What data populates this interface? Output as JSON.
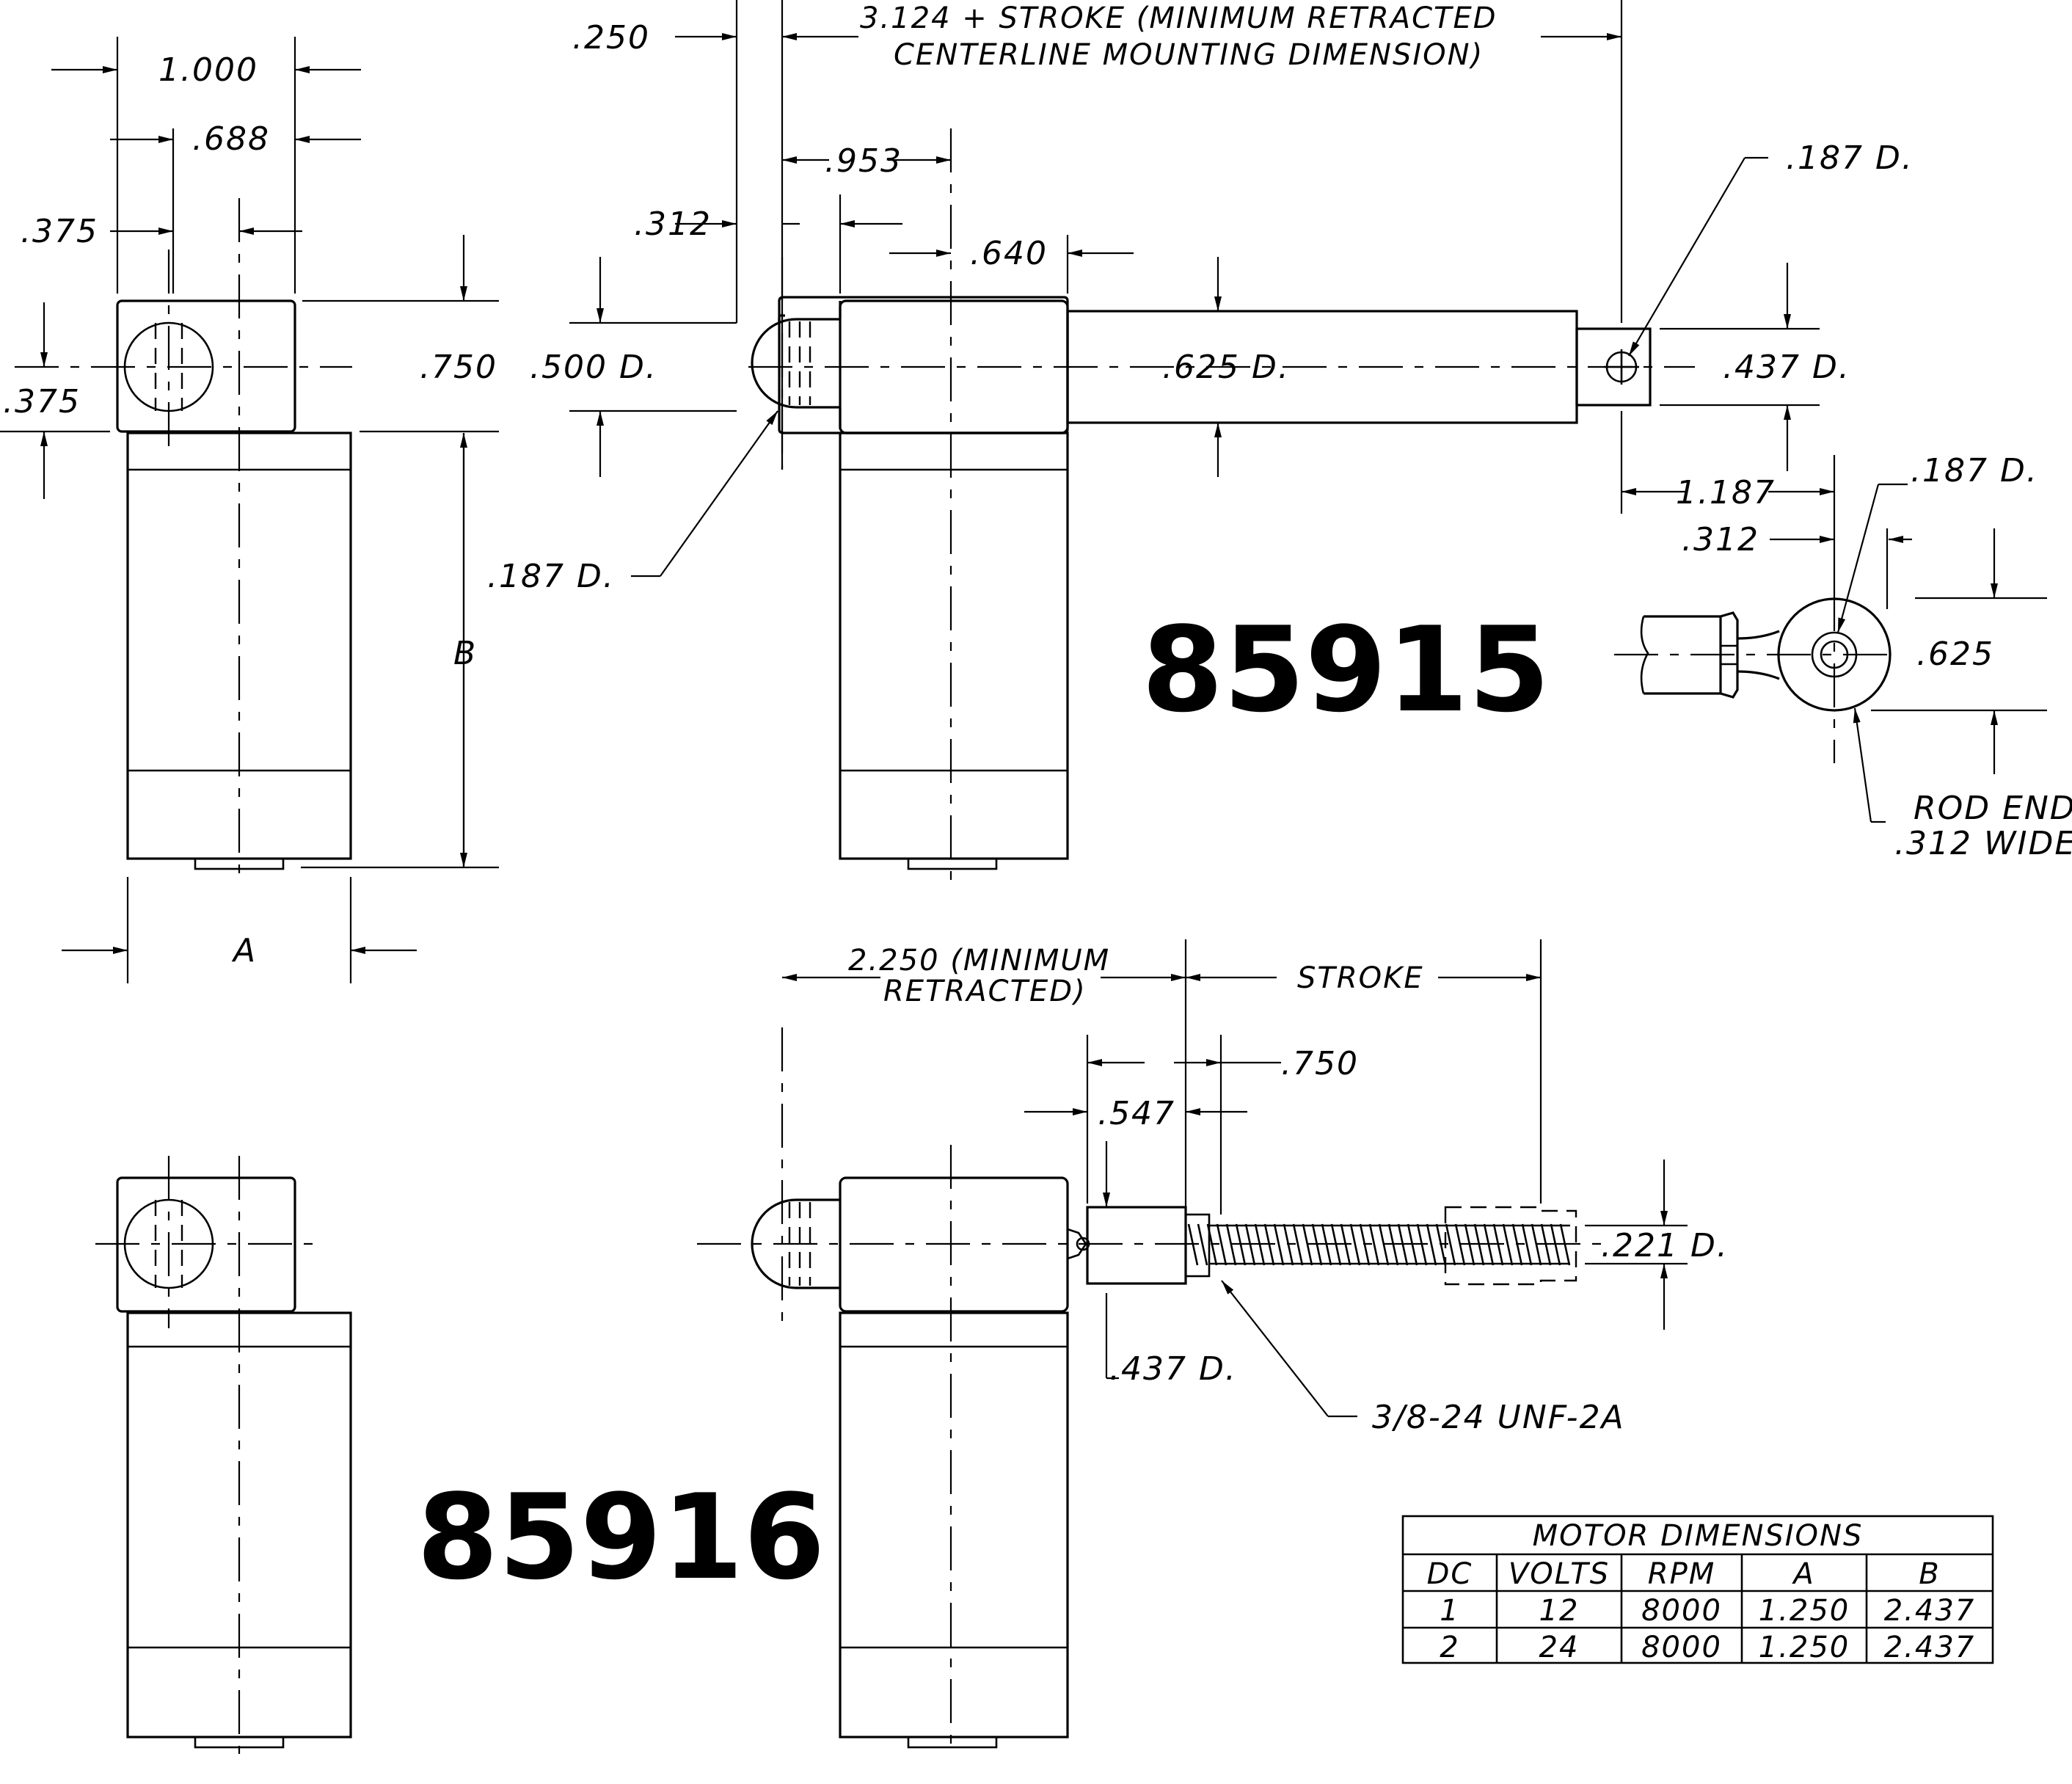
{
  "part_numbers": {
    "top": "85915",
    "bottom": "85916"
  },
  "dims": {
    "d1000": "1.000",
    "d688": ".688",
    "d375a": ".375",
    "d375b": ".375",
    "d750": ".750",
    "dA": "A",
    "dB": "B",
    "d250": ".250",
    "centerline_1": "3.124 + STROKE (MINIMUM RETRACTED",
    "centerline_2": "CENTERLINE MOUNTING DIMENSION)",
    "d953": ".953",
    "d312a": ".312",
    "d640": ".640",
    "d500D": ".500 D.",
    "d625D": ".625 D.",
    "d437Da": ".437 D.",
    "d187Da": ".187 D.",
    "d187Db": ".187 D.",
    "d187Dc": ".187 D.",
    "d1187": "1.187",
    "d312b": ".312",
    "d625": ".625",
    "rod_end_1": "ROD END",
    "rod_end_2": ".312 WIDE",
    "min_retracted_1": "2.250 (MINIMUM",
    "min_retracted_2": "RETRACTED)",
    "stroke": "STROKE",
    "d750b": ".750",
    "d547": ".547",
    "d221D": ".221 D.",
    "d437Db": ".437 D.",
    "thread": "3/8-24 UNF-2A"
  },
  "table": {
    "title": "MOTOR DIMENSIONS",
    "headers": [
      "DC",
      "VOLTS",
      "RPM",
      "A",
      "B"
    ],
    "rows": [
      [
        "1",
        "12",
        "8000",
        "1.250",
        "2.437"
      ],
      [
        "2",
        "24",
        "8000",
        "1.250",
        "2.437"
      ]
    ]
  }
}
